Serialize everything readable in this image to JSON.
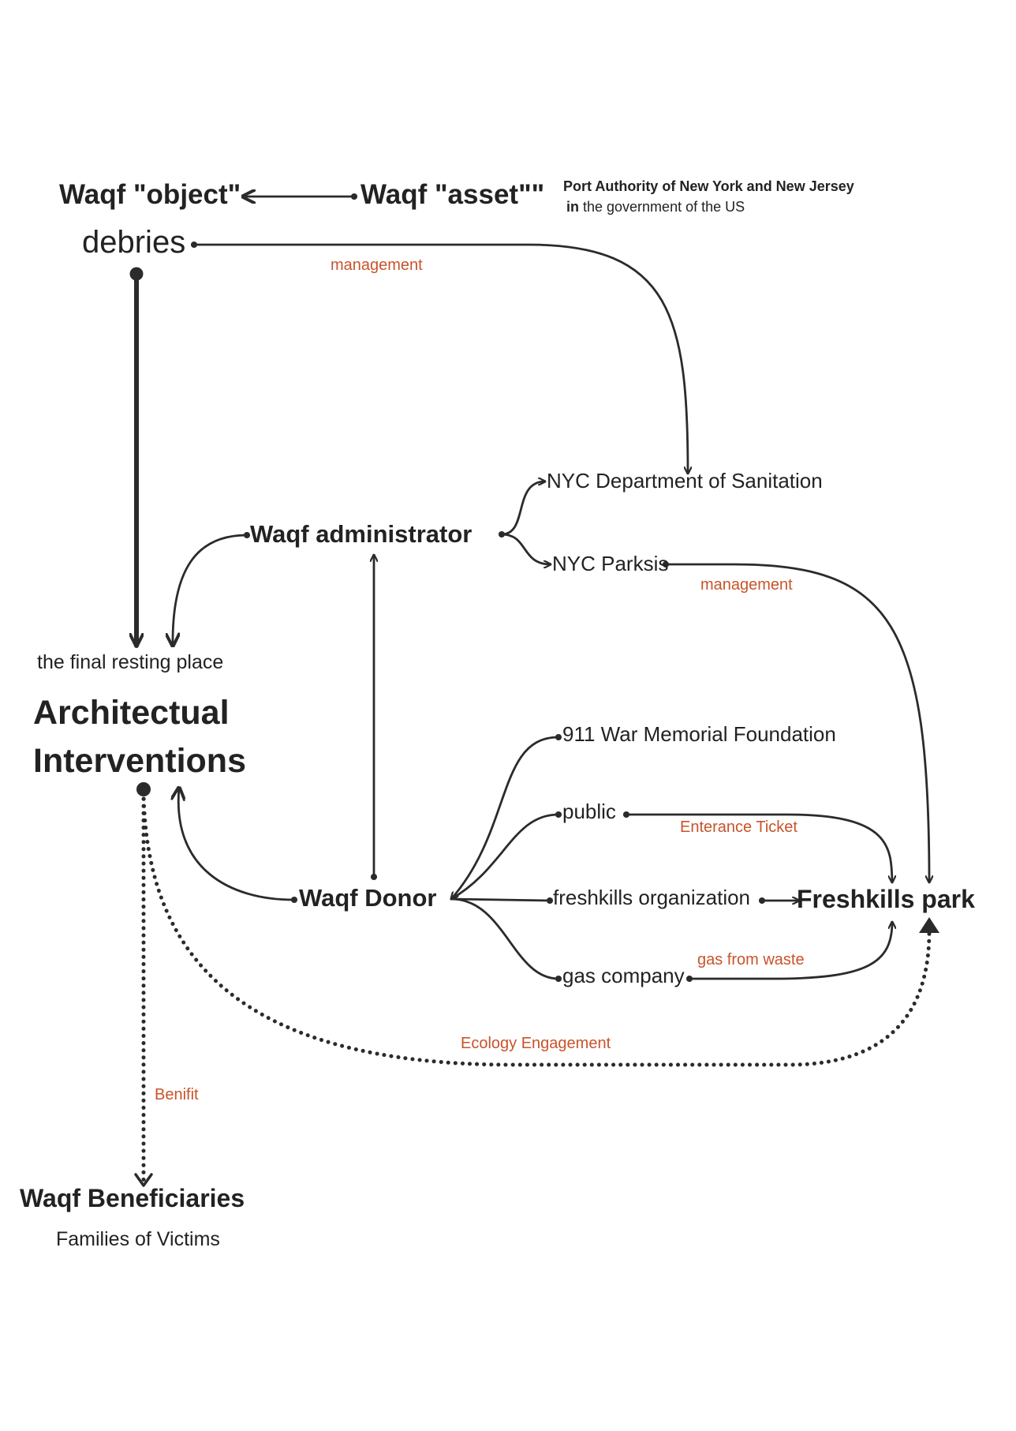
{
  "nodes": {
    "waqf_object": "Waqf \"object\"",
    "waqf_asset": "Waqf \"asset\"\"",
    "port_authority": {
      "title": "Port Authority of New York and New Jersey",
      "prefix": "in",
      "subtitle": " the government of the US"
    },
    "debries": "debries",
    "nyc_sanitation": "NYC Department of Sanitation",
    "waqf_administrator": "Waqf administrator",
    "nyc_parks": "NYC Parksis",
    "final_resting_place": "the final resting place",
    "architectual_line1": "Architectual",
    "architectual_line2": "Interventions",
    "memorial_foundation": "911 War Memorial Foundation",
    "public": "public",
    "waqf_donor": "Waqf Donor",
    "freshkills_org": "freshkills organization",
    "freshkills_park": "Freshkills park",
    "gas_company": "gas company",
    "waqf_beneficiaries": "Waqf Beneficiaries",
    "families_of_victims": "Families of Victims"
  },
  "edge_labels": {
    "management_top": "management",
    "management_parks": "management",
    "entrance_ticket": "Enterance Ticket",
    "gas_from_waste": "gas from waste",
    "ecology_engagement": "Ecology Engagement",
    "benifit": "Benifit"
  },
  "colors": {
    "line": "#2b2b2b",
    "annotation": "#c9532b",
    "text": "#222222"
  }
}
